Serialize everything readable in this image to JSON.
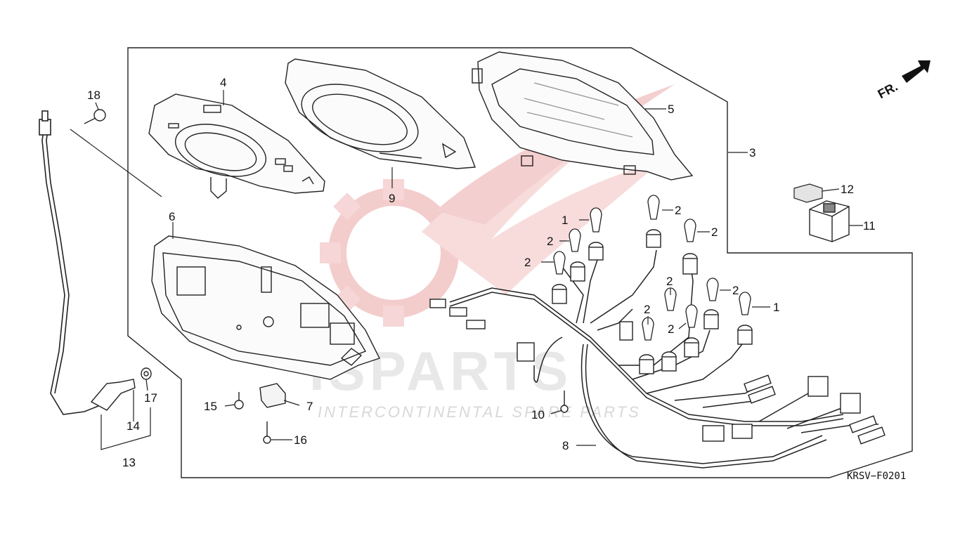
{
  "diagram": {
    "code": "KRSV−F0201",
    "direction_label": "FR.",
    "watermark": {
      "brand": "ISPARTS",
      "tagline": "INTERCONTINENTAL SPARE PARTS"
    },
    "callouts": [
      {
        "id": "c1a",
        "number": "1"
      },
      {
        "id": "c1b",
        "number": "1"
      },
      {
        "id": "c2a",
        "number": "2"
      },
      {
        "id": "c2b",
        "number": "2"
      },
      {
        "id": "c2c",
        "number": "2"
      },
      {
        "id": "c2d",
        "number": "2"
      },
      {
        "id": "c2e",
        "number": "2"
      },
      {
        "id": "c2f",
        "number": "2"
      },
      {
        "id": "c2g",
        "number": "2"
      },
      {
        "id": "c2h",
        "number": "2"
      },
      {
        "id": "c3",
        "number": "3"
      },
      {
        "id": "c4",
        "number": "4"
      },
      {
        "id": "c5",
        "number": "5"
      },
      {
        "id": "c6",
        "number": "6"
      },
      {
        "id": "c7",
        "number": "7"
      },
      {
        "id": "c8",
        "number": "8"
      },
      {
        "id": "c9",
        "number": "9"
      },
      {
        "id": "c10",
        "number": "10"
      },
      {
        "id": "c11",
        "number": "11"
      },
      {
        "id": "c12",
        "number": "12"
      },
      {
        "id": "c13",
        "number": "13"
      },
      {
        "id": "c14",
        "number": "14"
      },
      {
        "id": "c15",
        "number": "15"
      },
      {
        "id": "c16",
        "number": "16"
      },
      {
        "id": "c17",
        "number": "17"
      },
      {
        "id": "c18",
        "number": "18"
      }
    ]
  }
}
